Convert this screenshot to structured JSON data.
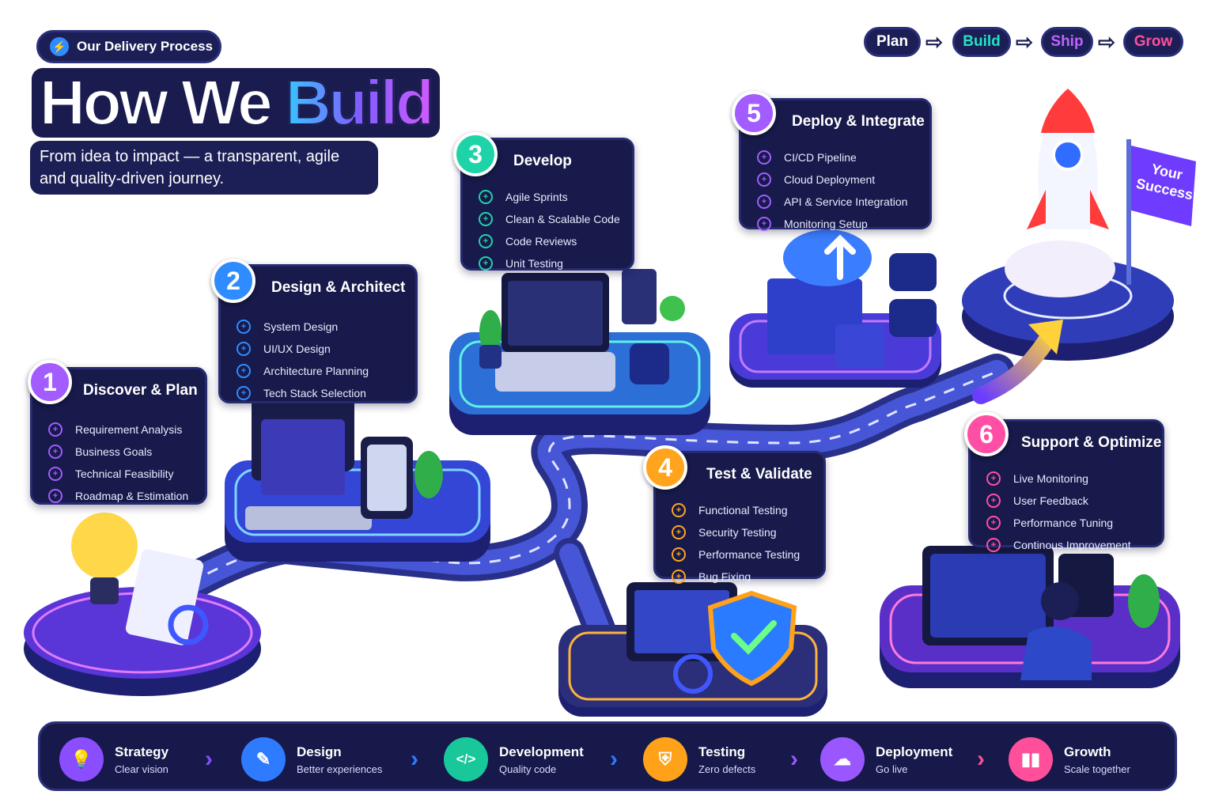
{
  "header": {
    "tag_label": "Our Delivery Process",
    "title_plain": "How We",
    "title_accent": "Build",
    "subtitle": "From idea to impact — a transparent, agile and quality-driven journey."
  },
  "flow": [
    {
      "label": "Plan",
      "color": "#ffffff"
    },
    {
      "label": "Build",
      "color": "#22e3c2"
    },
    {
      "label": "Ship",
      "color": "#c061ff"
    },
    {
      "label": "Grow",
      "color": "#ff4f9a"
    }
  ],
  "steps": [
    {
      "number": "1",
      "title": "Discover & Plan",
      "color": "#a25cff",
      "items": [
        "Requirement Analysis",
        "Business Goals",
        "Technical Feasibility",
        "Roadmap & Estimation"
      ]
    },
    {
      "number": "2",
      "title": "Design & Architect",
      "color": "#2f8cff",
      "items": [
        "System Design",
        "UI/UX Design",
        "Architecture Planning",
        "Tech Stack Selection"
      ]
    },
    {
      "number": "3",
      "title": "Develop",
      "color": "#1fd3a8",
      "items": [
        "Agile Sprints",
        "Clean & Scalable Code",
        "Code Reviews",
        "Unit Testing"
      ]
    },
    {
      "number": "4",
      "title": "Test & Validate",
      "color": "#ffa41c",
      "items": [
        "Functional Testing",
        "Security Testing",
        "Performance Testing",
        "Bug Fixing"
      ]
    },
    {
      "number": "5",
      "title": "Deploy & Integrate",
      "color": "#a25cff",
      "items": [
        "CI/CD Pipeline",
        "Cloud Deployment",
        "API & Service Integration",
        "Monitoring Setup"
      ]
    },
    {
      "number": "6",
      "title": "Support & Optimize",
      "color": "#ff4fa5",
      "items": [
        "Live Monitoring",
        "User Feedback",
        "Performance Tuning",
        "Continous Improvement"
      ]
    }
  ],
  "flag_text": "Your Success",
  "bottom_bar": [
    {
      "title": "Strategy",
      "subtitle": "Clear vision",
      "icon": "lightbulb-icon",
      "color": "#8a4dff"
    },
    {
      "title": "Design",
      "subtitle": "Better experiences",
      "icon": "pencil-icon",
      "color": "#2f7bff"
    },
    {
      "title": "Development",
      "subtitle": "Quality code",
      "icon": "code-icon",
      "color": "#18c79a"
    },
    {
      "title": "Testing",
      "subtitle": "Zero defects",
      "icon": "shield-icon",
      "color": "#ffa21a"
    },
    {
      "title": "Deployment",
      "subtitle": "Go live",
      "icon": "cloud-upload-icon",
      "color": "#9b57ff"
    },
    {
      "title": "Growth",
      "subtitle": "Scale together",
      "icon": "bar-chart-icon",
      "color": "#ff4f9a"
    }
  ],
  "separator_colors": [
    "#8a4dff",
    "#2f7bff",
    "#2f7bff",
    "#9b57ff",
    "#ff4f9a"
  ]
}
